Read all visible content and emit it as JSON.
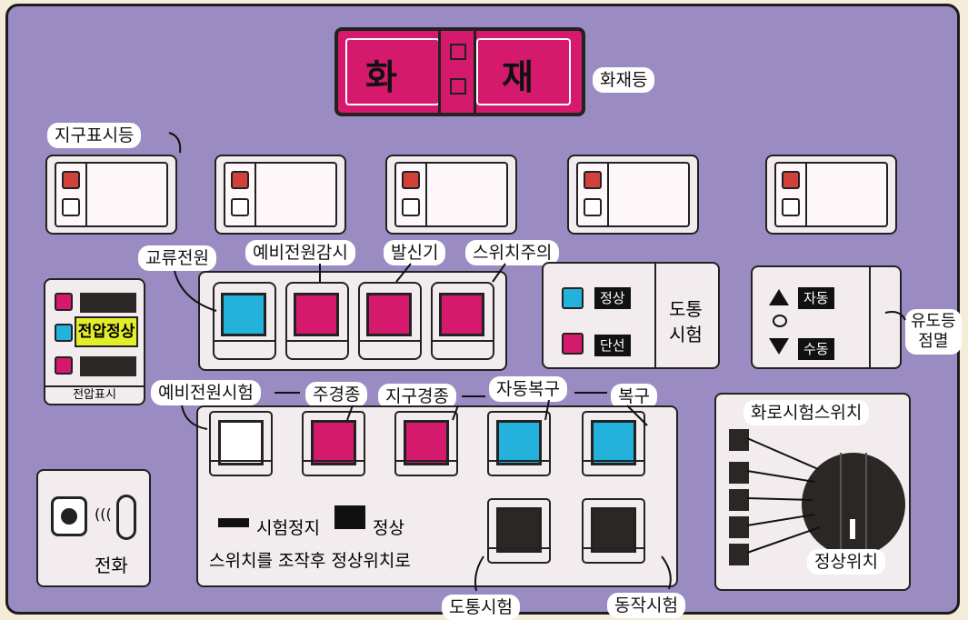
{
  "fire_lamp": {
    "left_char": "화",
    "right_char": "재",
    "label": "화재등"
  },
  "zone_lamp_label": "지구표시등",
  "zone_modules": [
    {},
    {},
    {},
    {},
    {}
  ],
  "status_lamps": {
    "labels": [
      "교류전원",
      "예비전원감시",
      "발신기",
      "스위치주의"
    ],
    "colors": [
      "#23b2dc",
      "#d5196c",
      "#d5196c",
      "#d5196c"
    ]
  },
  "voltage": {
    "display": "전압정상",
    "label": "전압표시"
  },
  "conduction_test": {
    "normal": "정상",
    "open": "단선",
    "title_line1": "도통",
    "title_line2": "시험"
  },
  "guide_light": {
    "auto": "자동",
    "manual": "수동",
    "title_line1": "유도등",
    "title_line2": "점멸"
  },
  "switches": {
    "labels": [
      "예비전원시험",
      "주경종",
      "지구경종",
      "자동복구",
      "복구"
    ],
    "colors": [
      "#ffffff",
      "#d5196c",
      "#d5196c",
      "#23b2dc",
      "#23b2dc"
    ]
  },
  "legend": {
    "stop": "시험정지",
    "normal": "정상",
    "instruction": "스위치를 조작후 정상위치로"
  },
  "test_buttons": {
    "conduction": "도통시험",
    "operation": "동작시험"
  },
  "phone": {
    "label": "전화"
  },
  "circuit_switch": {
    "title": "화로시험스위치",
    "normal_position": "정상위치"
  }
}
